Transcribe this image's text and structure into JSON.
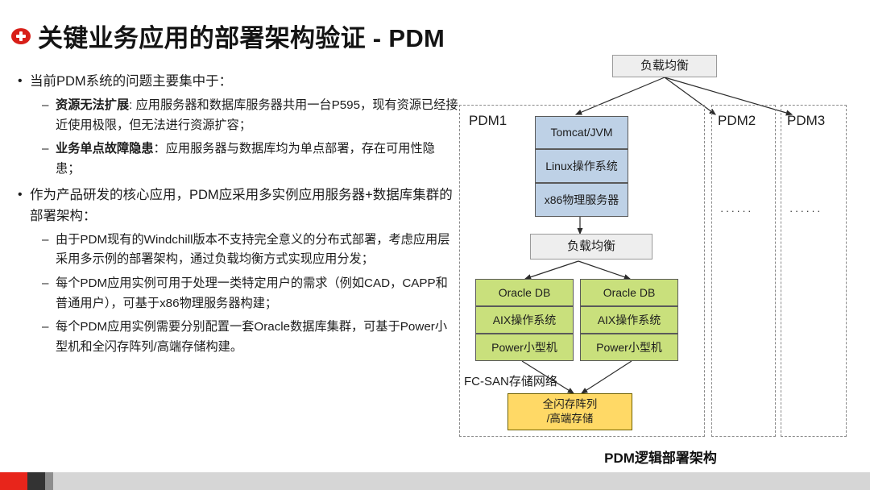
{
  "slide": {
    "title": "关键业务应用的部署架构验证 - PDM",
    "title_bullet_icon": "plus-circle-icon",
    "accent_color": "#d81f18"
  },
  "body": {
    "blocks": [
      {
        "level": 1,
        "marker": "•",
        "text": "当前PDM系统的问题主要集中于："
      },
      {
        "level": 2,
        "marker": "–",
        "bold": "资源无法扩展",
        "text": ": 应用服务器和数据库服务器共用一台P595，现有资源已经接近使用极限，但无法进行资源扩容；"
      },
      {
        "level": 2,
        "marker": "–",
        "bold": "业务单点故障隐患",
        "text": "：应用服务器与数据库均为单点部署，存在可用性隐患；"
      },
      {
        "level": 1,
        "marker": "•",
        "text": "作为产品研发的核心应用，PDM应采用多实例应用服务器+数据库集群的部署架构："
      },
      {
        "level": 2,
        "marker": "–",
        "bold": "",
        "text": "由于PDM现有的Windchill版本不支持完全意义的分布式部署，考虑应用层采用多示例的部署架构，通过负载均衡方式实现应用分发；"
      },
      {
        "level": 2,
        "marker": "–",
        "bold": "",
        "text": "每个PDM应用实例可用于处理一类特定用户的需求（例如CAD，CAPP和普通用户），可基于x86物理服务器构建；"
      },
      {
        "level": 2,
        "marker": "–",
        "bold": "",
        "text": "每个PDM应用实例需要分别配置一套Oracle数据库集群，可基于Power小型机和全闪存阵列/高端存储构建。"
      }
    ]
  },
  "diagram": {
    "caption": "PDM逻辑部署架构",
    "top_load_balancer": "负载均衡",
    "mid_load_balancer": "负载均衡",
    "panels": [
      {
        "label": "PDM1",
        "dots": ""
      },
      {
        "label": "PDM2",
        "dots": "······"
      },
      {
        "label": "PDM3",
        "dots": "······"
      }
    ],
    "app_stack": {
      "color": "#bed1e6",
      "cells": [
        "Tomcat/JVM",
        "Linux操作系统",
        "x86物理服务器"
      ]
    },
    "db_stacks": [
      {
        "color": "#c9e07c",
        "cells": [
          "Oracle DB",
          "AIX操作系统",
          "Power小型机"
        ]
      },
      {
        "color": "#c9e07c",
        "cells": [
          "Oracle DB",
          "AIX操作系统",
          "Power小型机"
        ]
      }
    ],
    "fcsan_label": "FC-SAN存储网络",
    "storage": {
      "color": "#ffd966",
      "line1": "全闪存阵列",
      "line2": "/高端存储"
    }
  },
  "footer": {
    "blocks": [
      {
        "color": "#e8251b"
      },
      {
        "color": "#333333"
      },
      {
        "color": "#8d8d8d"
      },
      {
        "color": "#d6d6d6"
      }
    ]
  }
}
